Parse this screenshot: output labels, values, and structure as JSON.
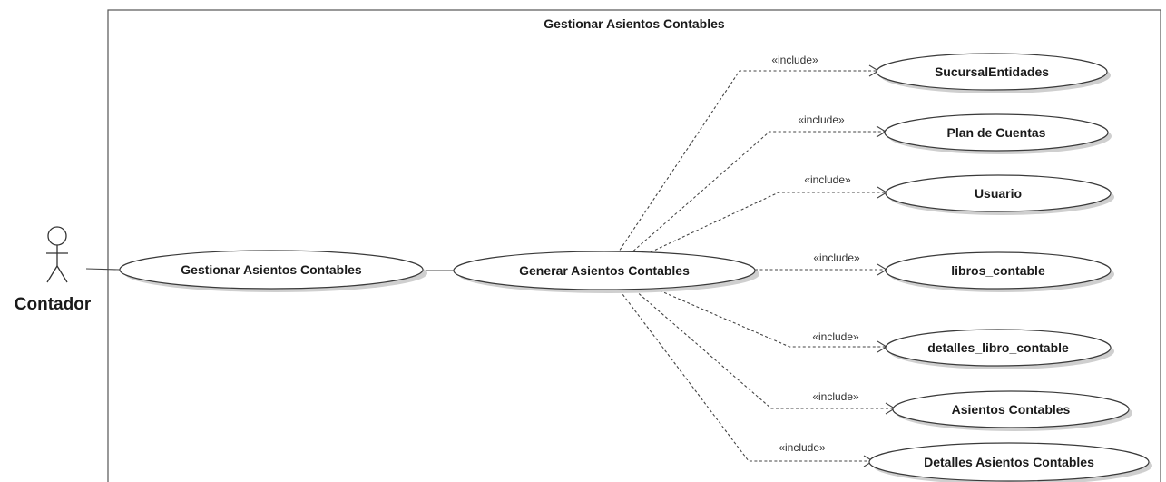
{
  "system": {
    "title": "Gestionar Asientos Contables"
  },
  "actor": {
    "label": "Contador"
  },
  "use_cases": {
    "gestionar": "Gestionar Asientos Contables",
    "generar": "Generar Asientos Contables",
    "sucursal": "SucursalEntidades",
    "plan": "Plan de Cuentas",
    "usuario": "Usuario",
    "libros": "libros_contable",
    "detalles_libro": "detalles_libro_contable",
    "asientos": "Asientos Contables",
    "detalles_asientos": "Detalles Asientos Contables"
  },
  "relations": {
    "include_label": "«include»"
  }
}
